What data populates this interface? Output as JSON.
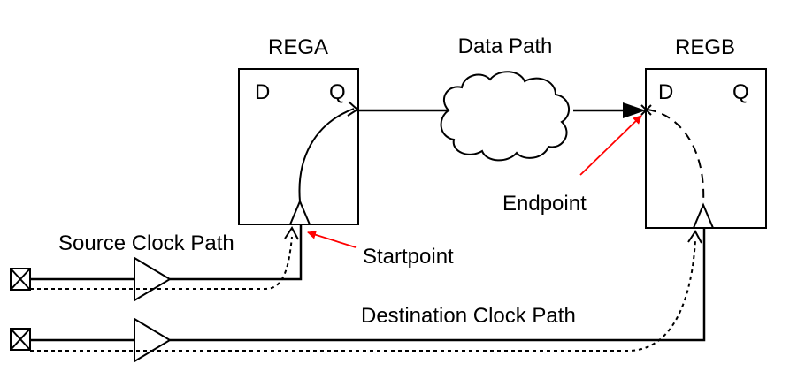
{
  "registers": {
    "a": {
      "name": "REGA",
      "d_pin": "D",
      "q_pin": "Q"
    },
    "b": {
      "name": "REGB",
      "d_pin": "D",
      "q_pin": "Q"
    }
  },
  "labels": {
    "data_path": "Data Path",
    "source_clock_path": "Source Clock Path",
    "destination_clock_path": "Destination Clock Path",
    "startpoint": "Startpoint",
    "endpoint": "Endpoint"
  },
  "colors": {
    "annotation": "#ff0000",
    "line": "#000000",
    "background": "#ffffff"
  },
  "icons": {
    "clock_source_a": "crossed-box-port-icon",
    "clock_source_b": "crossed-box-port-icon",
    "buffer_a": "buffer-triangle-icon",
    "buffer_b": "buffer-triangle-icon",
    "data_path": "cloud-icon"
  }
}
